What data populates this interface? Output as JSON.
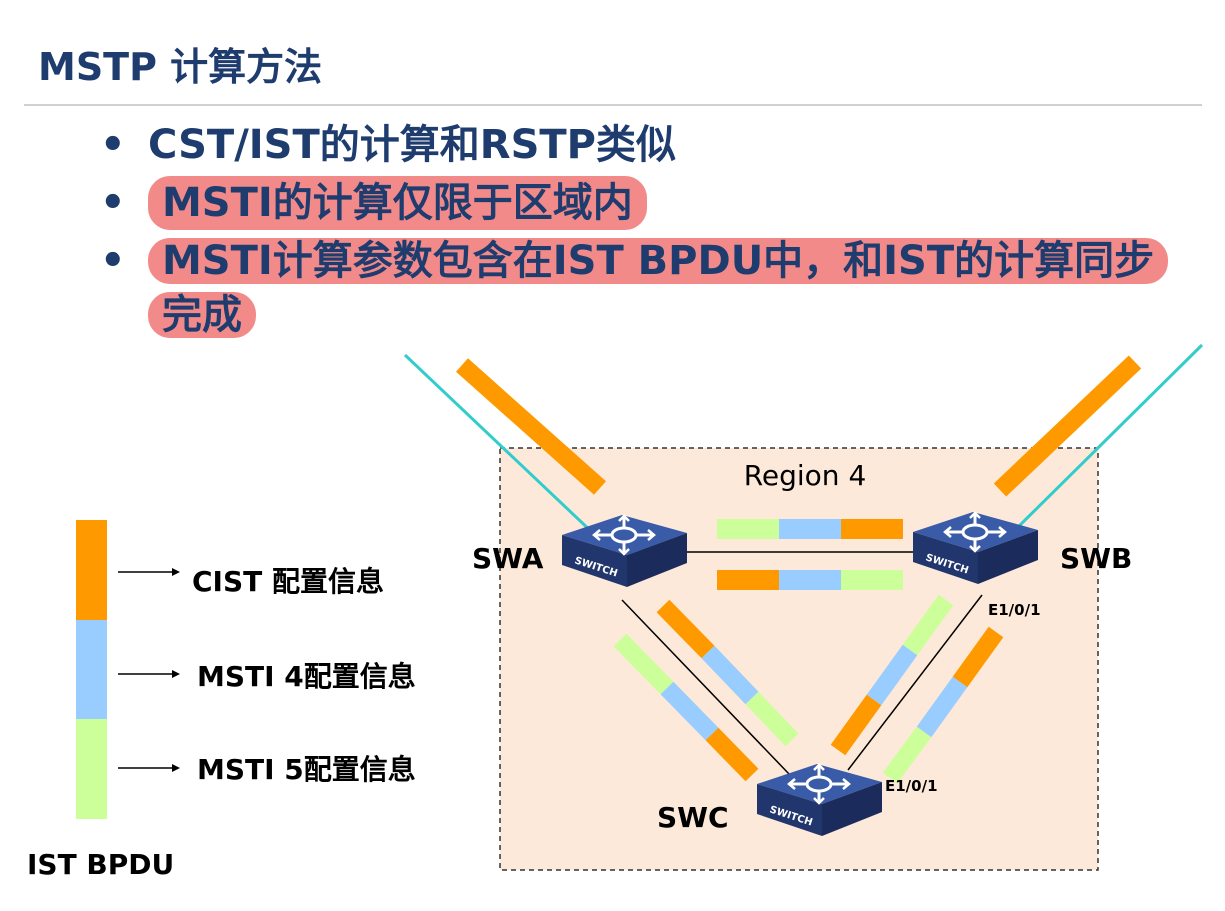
{
  "title": "MSTP 计算方法",
  "bullets": [
    {
      "text": "CST/IST的计算和RSTP类似"
    },
    {
      "text": "MSTI的计算仅限于区域内"
    },
    {
      "text": "MSTI计算参数包含在IST BPDU中，和IST的计算同步完成"
    }
  ],
  "bullet_glyph": "•",
  "region": {
    "label": "Region 4"
  },
  "switches": [
    {
      "name": "SWA",
      "icon_text": "SWITCH"
    },
    {
      "name": "SWB",
      "icon_text": "SWITCH"
    },
    {
      "name": "SWC",
      "icon_text": "SWITCH"
    }
  ],
  "ports": [
    "E1/0/1",
    "E1/0/1"
  ],
  "legend": {
    "items": [
      {
        "label": "CIST 配置信息",
        "color": "#ff9900"
      },
      {
        "label": "MSTI 4配置信息",
        "color": "#99ccff"
      },
      {
        "label": "MSTI 5配置信息",
        "color": "#ccff99"
      }
    ],
    "caption": "IST BPDU"
  },
  "colors": {
    "title": "#1f3c6e",
    "highlight": "#f28a8a",
    "cist": "#ff9900",
    "msti4": "#99ccff",
    "msti5": "#ccff99",
    "region_fill": "#fde9d9",
    "external_link": "#33cccc",
    "switch_body": "#2e4a8f"
  }
}
